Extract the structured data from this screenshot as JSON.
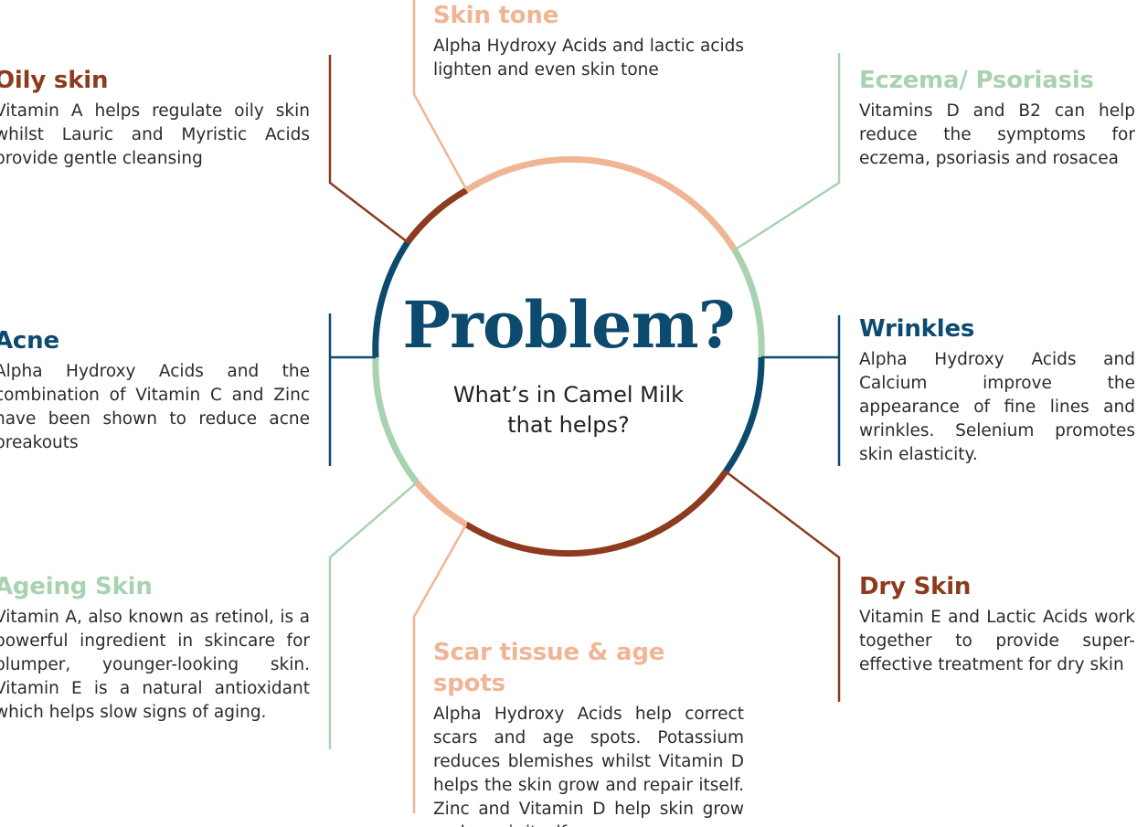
{
  "center": {
    "title": "Problem?",
    "subtitle": "What’s in Camel Milk that helps?"
  },
  "colors": {
    "brown": "#8c3b1e",
    "peach": "#f0b595",
    "green": "#a8d2b0",
    "navy": "#0c4a6e"
  },
  "topics": {
    "oily": {
      "heading": "Oily skin",
      "text": "Vitamin A helps regulate oily skin whilst Lauric and Myristic Acids provide gentle cleansing"
    },
    "skintone": {
      "heading": "Skin tone",
      "text": "Alpha Hydroxy Acids and lactic acids lighten and even skin tone"
    },
    "eczema": {
      "heading": "Eczema/ Psoriasis",
      "text": "Vitamins D and B2 can help reduce the symptoms for eczema, psoriasis and rosacea"
    },
    "acne": {
      "heading": "Acne",
      "text": "Alpha Hydroxy Acids and the combination of Vitamin C and Zinc have been shown to reduce acne breakouts"
    },
    "wrinkles": {
      "heading": "Wrinkles",
      "text": "Alpha Hydroxy Acids and Calcium improve the appearance of fine lines and wrinkles. Selenium promotes skin elasticity."
    },
    "ageing": {
      "heading": "Ageing Skin",
      "text": "Vitamin A, also known as retinol, is a powerful ingredient in skincare for plumper, younger-looking skin. Vitamin E is a natural antioxidant which helps slow signs of aging."
    },
    "scar": {
      "heading": "Scar tissue & age spots",
      "text": "Alpha Hydroxy Acids help correct scars and age spots. Potassium reduces blemishes whilst Vitamin D helps the skin grow and repair itself. Zinc and Vitamin D help skin grow and repair itself."
    },
    "dry": {
      "heading": "Dry Skin",
      "text": "Vitamin E and Lactic Acids work together to provide super-effective treatment for dry skin"
    }
  }
}
